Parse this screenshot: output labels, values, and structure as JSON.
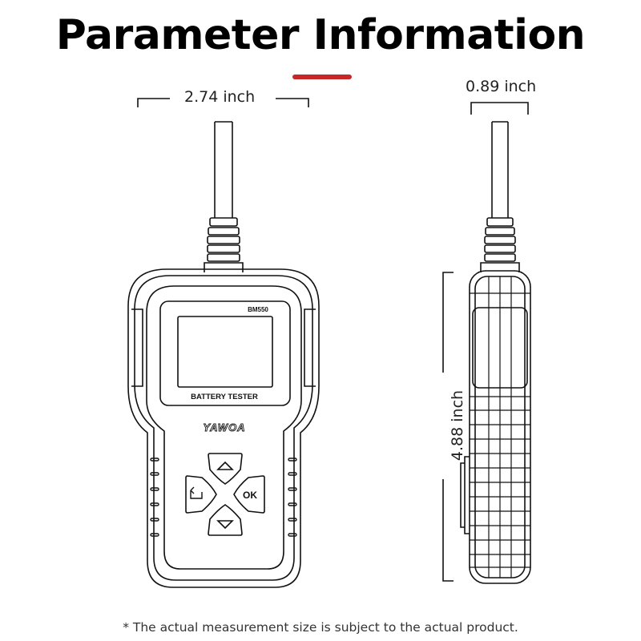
{
  "title": "Parameter Information",
  "accent_color": "#c62828",
  "dimensions": {
    "width": "2.74 inch",
    "depth": "0.89 inch",
    "height": "4.88 inch"
  },
  "device": {
    "model": "BM550",
    "screen_label": "BATTERY TESTER",
    "brand": "YAWOA",
    "ok_button": "OK",
    "back_button": "⮌"
  },
  "footnote": "* The actual measurement size is subject to the actual product."
}
